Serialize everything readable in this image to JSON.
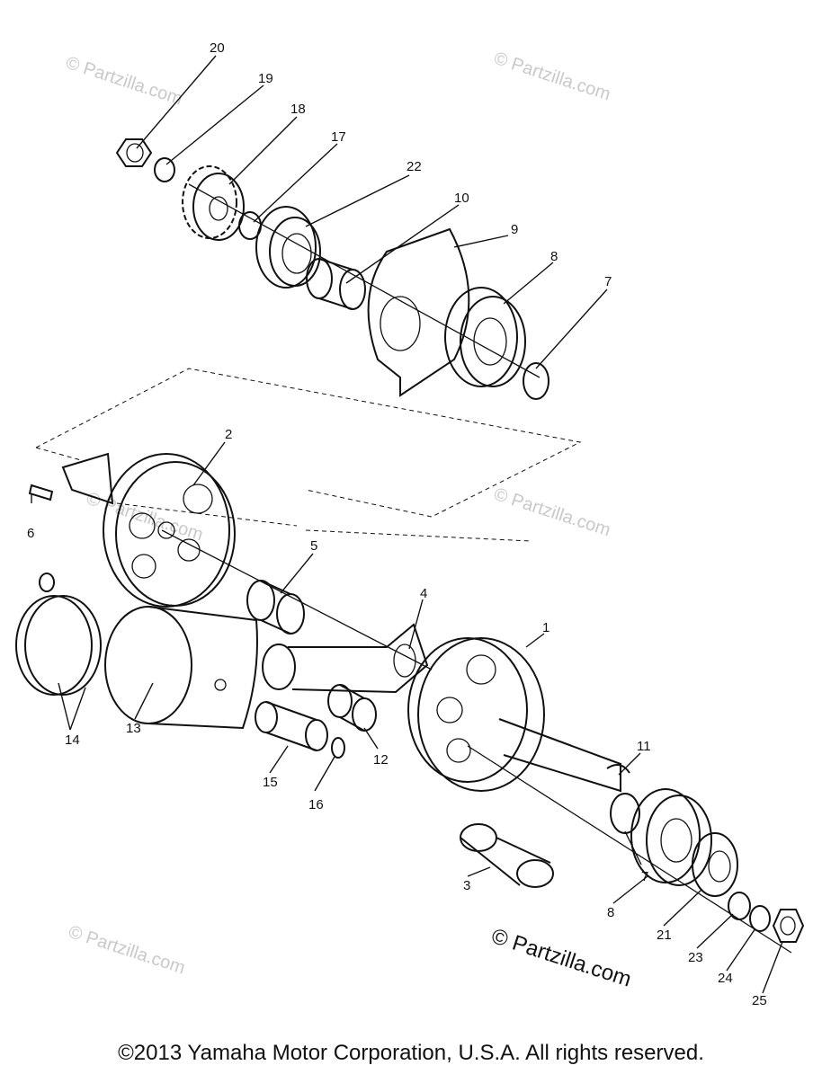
{
  "diagram": {
    "callouts": [
      "20",
      "19",
      "18",
      "17",
      "22",
      "10",
      "9",
      "8",
      "7",
      "2",
      "6",
      "5",
      "4",
      "1",
      "11",
      "12",
      "13",
      "14",
      "15",
      "16",
      "3",
      "7",
      "8",
      "21",
      "23",
      "24",
      "25"
    ],
    "watermark_faint": "© Partzilla.com",
    "watermark_main": "© Partzilla.com"
  },
  "footer": {
    "copyright": "©2013  Yamaha Motor Corporation, U.S.A. All rights reserved."
  }
}
